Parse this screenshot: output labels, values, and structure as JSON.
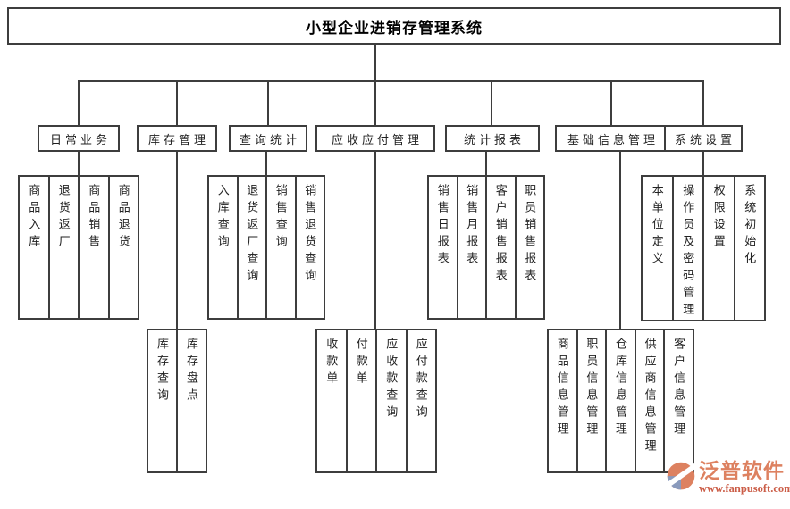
{
  "title": "小型企业进销存管理系统",
  "tree": {
    "branches": [
      {
        "label": "日常业务",
        "children": [
          "商品入库",
          "退货返厂",
          "商品销售",
          "商品退货"
        ]
      },
      {
        "label": "库存管理",
        "children": [
          "库存查询",
          "库存盘点"
        ]
      },
      {
        "label": "查询统计",
        "children": [
          "入库查询",
          "退货返厂查询",
          "销售查询",
          "销售退货查询"
        ]
      },
      {
        "label": "应收应付管理",
        "children": [
          "收款单",
          "付款单",
          "应收款查询",
          "应付款查询"
        ]
      },
      {
        "label": "统计报表",
        "children": [
          "销售日报表",
          "销售月报表",
          "客户销售报表",
          "职员销售报表"
        ]
      },
      {
        "label": "基础信息管理",
        "children": [
          "商品信息管理",
          "职员信息管理",
          "仓库信息管理",
          "供应商信息管理",
          "客户信息管理"
        ]
      },
      {
        "label": "系统设置",
        "children": [
          "本单位定义",
          "操作员及密码管理",
          "权限设置",
          "系统初始化"
        ]
      }
    ]
  },
  "watermark": {
    "logo_icon": "fanpu-swoosh-logo",
    "brand": "泛普软件",
    "url": "www.fanpusoft.com"
  },
  "colors": {
    "line": "#3d3d3d",
    "background": "#ffffff",
    "brand_orange": "#dd8160",
    "brand_blue": "#8a9abc",
    "url_red": "#cb5d47"
  }
}
